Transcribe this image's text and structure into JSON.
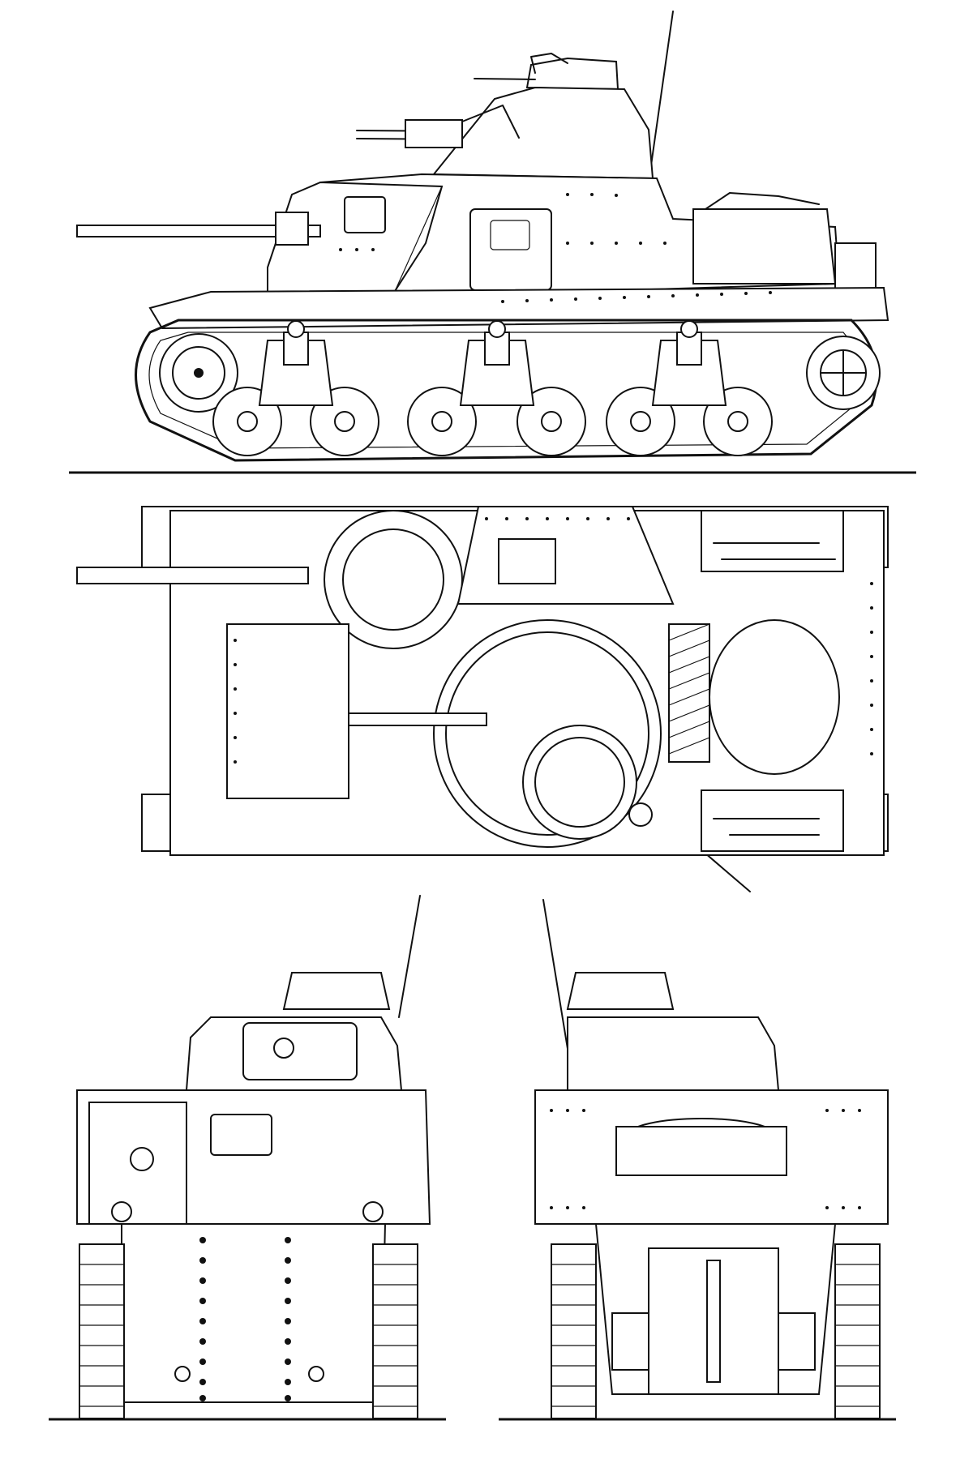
{
  "drawing": {
    "subject": "",
    "views": [
      {
        "id": "side",
        "kind": "elevation"
      },
      {
        "id": "top",
        "kind": "plan"
      },
      {
        "id": "front",
        "kind": "elevation"
      },
      {
        "id": "rear",
        "kind": "elevation"
      }
    ],
    "colors": {
      "ink": "#111111",
      "paper": "#ffffff"
    }
  }
}
